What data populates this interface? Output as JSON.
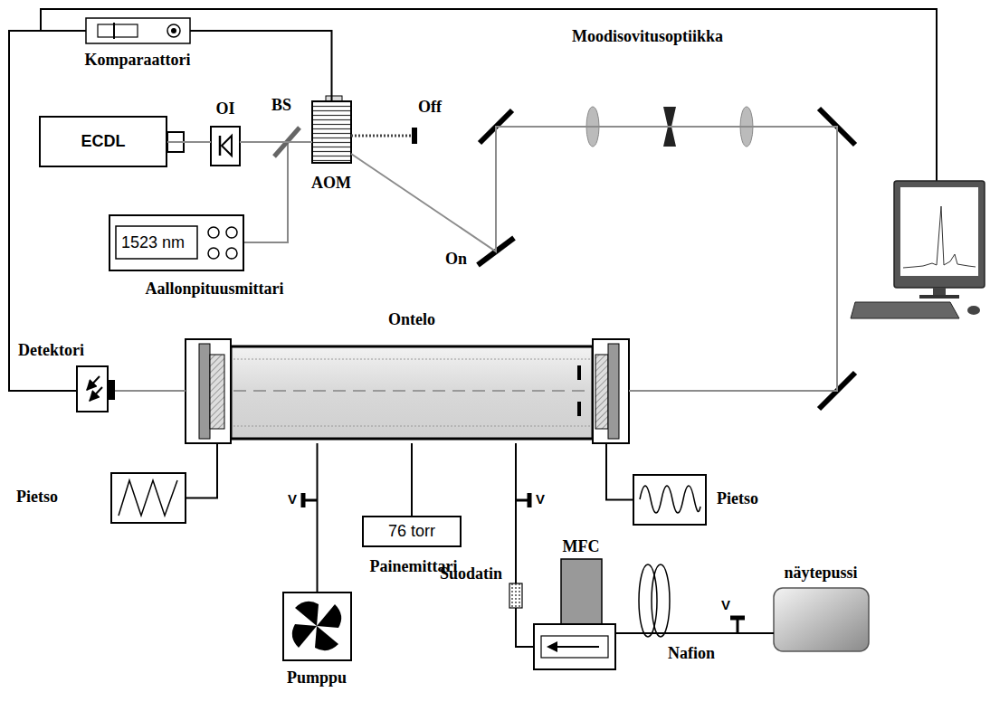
{
  "diagram": {
    "nodes": [
      {
        "text": [
          "Komparaattori"
        ]
      },
      {
        "text": [
          "ECDL"
        ]
      },
      {
        "text": [
          "OI"
        ]
      },
      {
        "text": [
          "1523 nm",
          "Aallonpituusmittari"
        ]
      },
      {
        "text": [
          "AOM"
        ]
      },
      {
        "text": [
          "Ontelo"
        ]
      },
      {
        "text": [
          "Detektori"
        ]
      },
      {
        "text": [
          "Pietso"
        ]
      },
      {
        "text": [
          "76 torr",
          "Painemittari"
        ]
      },
      {
        "text": [
          "Pietso"
        ]
      },
      {
        "text": [
          "Pumppu"
        ]
      },
      {
        "text": [
          "Suodatin"
        ]
      },
      {
        "text": [
          "MFC"
        ]
      },
      {
        "text": [
          "näytepussi"
        ]
      }
    ],
    "edges": [
      {
        "from": 1,
        "to": 2,
        "arrow": "none"
      },
      {
        "from": 2,
        "to": 4,
        "arrow": "none"
      },
      {
        "from": 0,
        "to": 4,
        "arrow": "none"
      },
      {
        "from": 6,
        "to": 0,
        "arrow": "none"
      },
      {
        "from": 4,
        "to": 5,
        "arrow": "none"
      },
      {
        "from": 5,
        "to": 6,
        "arrow": "none"
      },
      {
        "from": 7,
        "to": 5,
        "arrow": "none"
      },
      {
        "from": 9,
        "to": 5,
        "arrow": "none"
      },
      {
        "from": 8,
        "to": 5,
        "arrow": "none"
      },
      {
        "from": 10,
        "to": 5,
        "arrow": "none"
      },
      {
        "from": 11,
        "to": 5,
        "arrow": "none"
      },
      {
        "from": 12,
        "to": 11,
        "arrow": "none"
      },
      {
        "from": 13,
        "to": 12,
        "arrow": "none"
      }
    ],
    "labels": [
      "BS",
      "Off",
      "On",
      "Moodisovitusoptiikka",
      "V",
      "V",
      "V",
      "Nafion"
    ]
  }
}
